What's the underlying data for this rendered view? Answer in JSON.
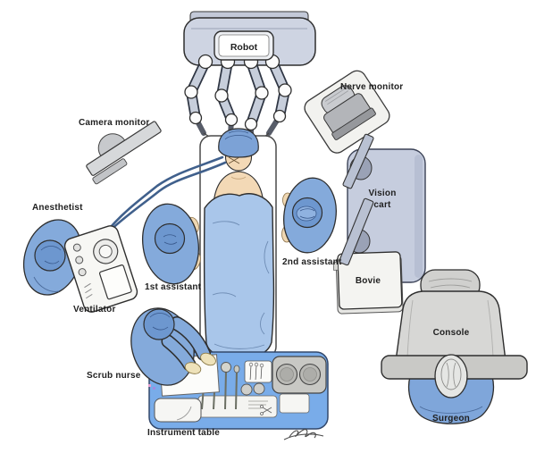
{
  "figure": {
    "subject": "Robotic surgery operating room layout illustration",
    "labels": {
      "robot": "Robot",
      "nerve_monitor": "Nerve monitor",
      "camera_monitor": "Camera monitor",
      "anesthetist": "Anesthetist",
      "ventilator": "Ventilator",
      "first_assistant": "1st assistant",
      "second_assistant": "2nd assistant",
      "vision_cart_line1": "Vision",
      "vision_cart_line2": "cart",
      "bovie": "Bovie",
      "console": "Console",
      "surgeon": "Surgeon",
      "scrub_nurse": "Scrub nurse",
      "instrument_table": "Instrument table"
    },
    "colors": {
      "background": "#ffffff",
      "gown_blue": "#84aadb",
      "cap_blue": "#6d97cf",
      "blanket_blue": "#a9c6ea",
      "instrument_table_blue": "#79ace9",
      "machine_blue_gray": "#c6cdde",
      "console_gray": "#d7d7d5",
      "device_white": "#f4f4f1",
      "skin": "#f3d9b6",
      "tube_blue": "#40608c",
      "outline": "#2e2e2e",
      "label_text": "#1f1f1f"
    }
  }
}
